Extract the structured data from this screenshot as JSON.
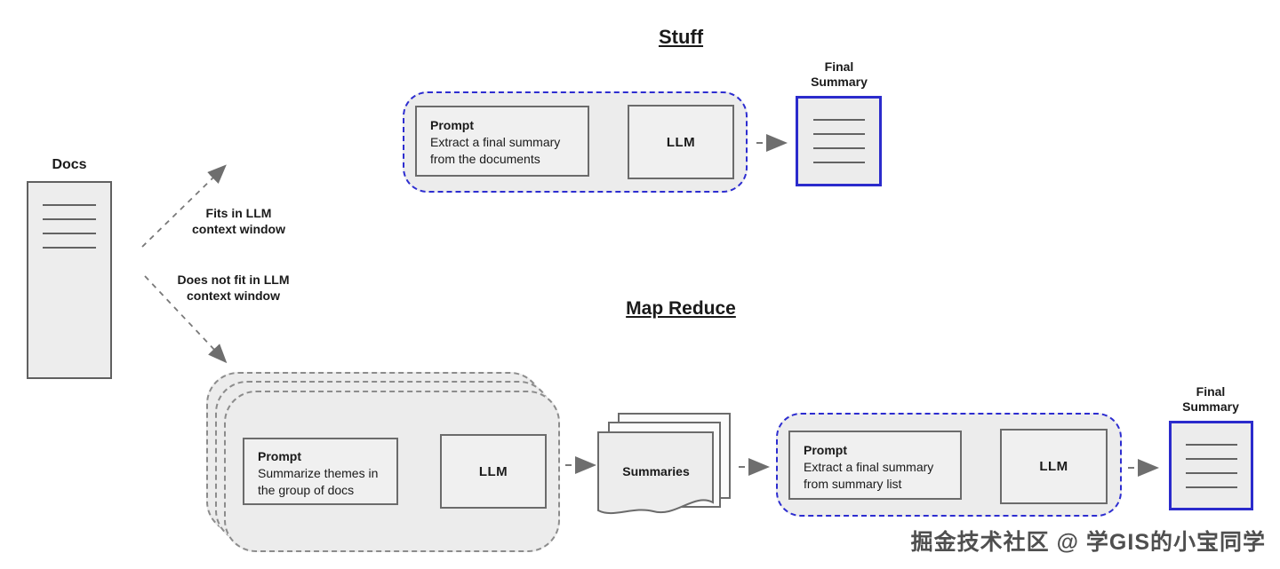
{
  "colors": {
    "accent_blue_dashed": "#2d2dd0",
    "accent_blue_doc": "#2b2bcc",
    "box_border_gray": "#6b6b6b",
    "fill_gray": "#ececec",
    "arrow_gray": "#6e6e6e"
  },
  "docs": {
    "label": "Docs"
  },
  "branches": {
    "fits_line1": "Fits in LLM",
    "fits_line2": "context window",
    "no_fit_line1": "Does not fit in LLM",
    "no_fit_line2": "context window"
  },
  "stuff": {
    "title": "Stuff",
    "prompt_heading": "Prompt",
    "prompt_line1": "Extract a final summary",
    "prompt_line2": "from the documents",
    "llm_label": "LLM",
    "final_label_line1": "Final",
    "final_label_line2": "Summary"
  },
  "map_reduce": {
    "title": "Map Reduce",
    "map_prompt_heading": "Prompt",
    "map_prompt_line1": "Summarize themes in",
    "map_prompt_line2": "the group of docs",
    "map_llm_label": "LLM",
    "summaries_label": "Summaries",
    "reduce_prompt_heading": "Prompt",
    "reduce_prompt_line1": "Extract a final summary",
    "reduce_prompt_line2": "from summary list",
    "reduce_llm_label": "LLM",
    "final_label_line1": "Final",
    "final_label_line2": "Summary"
  },
  "watermark": "掘金技术社区 @ 学GIS的小宝同学"
}
